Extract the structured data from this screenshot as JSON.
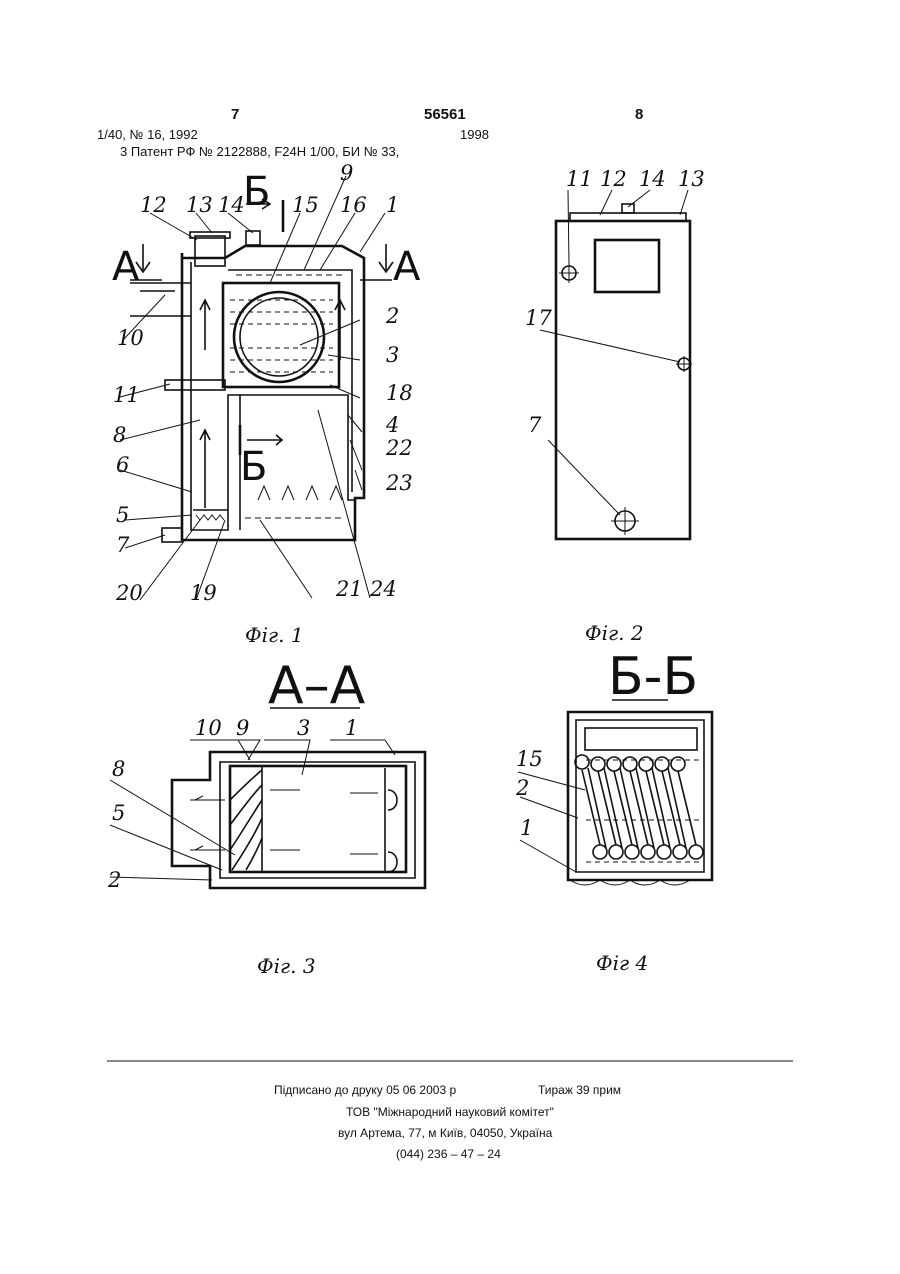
{
  "header": {
    "page_left": "7",
    "patent_no": "56561",
    "page_right": "8",
    "ref_line1_left": "1/40, № 16, 1992",
    "ref_line1_right": "1998",
    "ref_line2": "3  Патент РФ № 2122888, F24Н 1/00, БИ № 33,"
  },
  "figures": {
    "fig1": {
      "caption": "Фіг. 1",
      "section_marks": [
        "А",
        "А",
        "Б",
        "Б"
      ],
      "labels": [
        "12",
        "13",
        "14",
        "15",
        "9",
        "16",
        "1",
        "10",
        "2",
        "3",
        "18",
        "11",
        "4",
        "8",
        "22",
        "6",
        "23",
        "5",
        "7",
        "20",
        "19",
        "21",
        "24"
      ]
    },
    "fig2": {
      "caption": "Фіг. 2",
      "labels": [
        "11",
        "12",
        "14",
        "13",
        "17",
        "7"
      ]
    },
    "fig3": {
      "caption": "Фіг. 3",
      "title": "А–А",
      "labels": [
        "10",
        "9",
        "3",
        "1",
        "8",
        "5",
        "2"
      ]
    },
    "fig4": {
      "caption": "Фіг 4",
      "title": "Б-Б",
      "labels": [
        "15",
        "2",
        "1"
      ]
    }
  },
  "footer": {
    "line1_left": "Підписано до друку 05 06 2003 р",
    "line1_right": "Тираж 39 прим",
    "line2": "ТОВ \"Міжнародний науковий комітет\"",
    "line3": "вул  Артема, 77, м  Київ, 04050, Україна",
    "line4": "(044) 236 – 47 – 24"
  }
}
